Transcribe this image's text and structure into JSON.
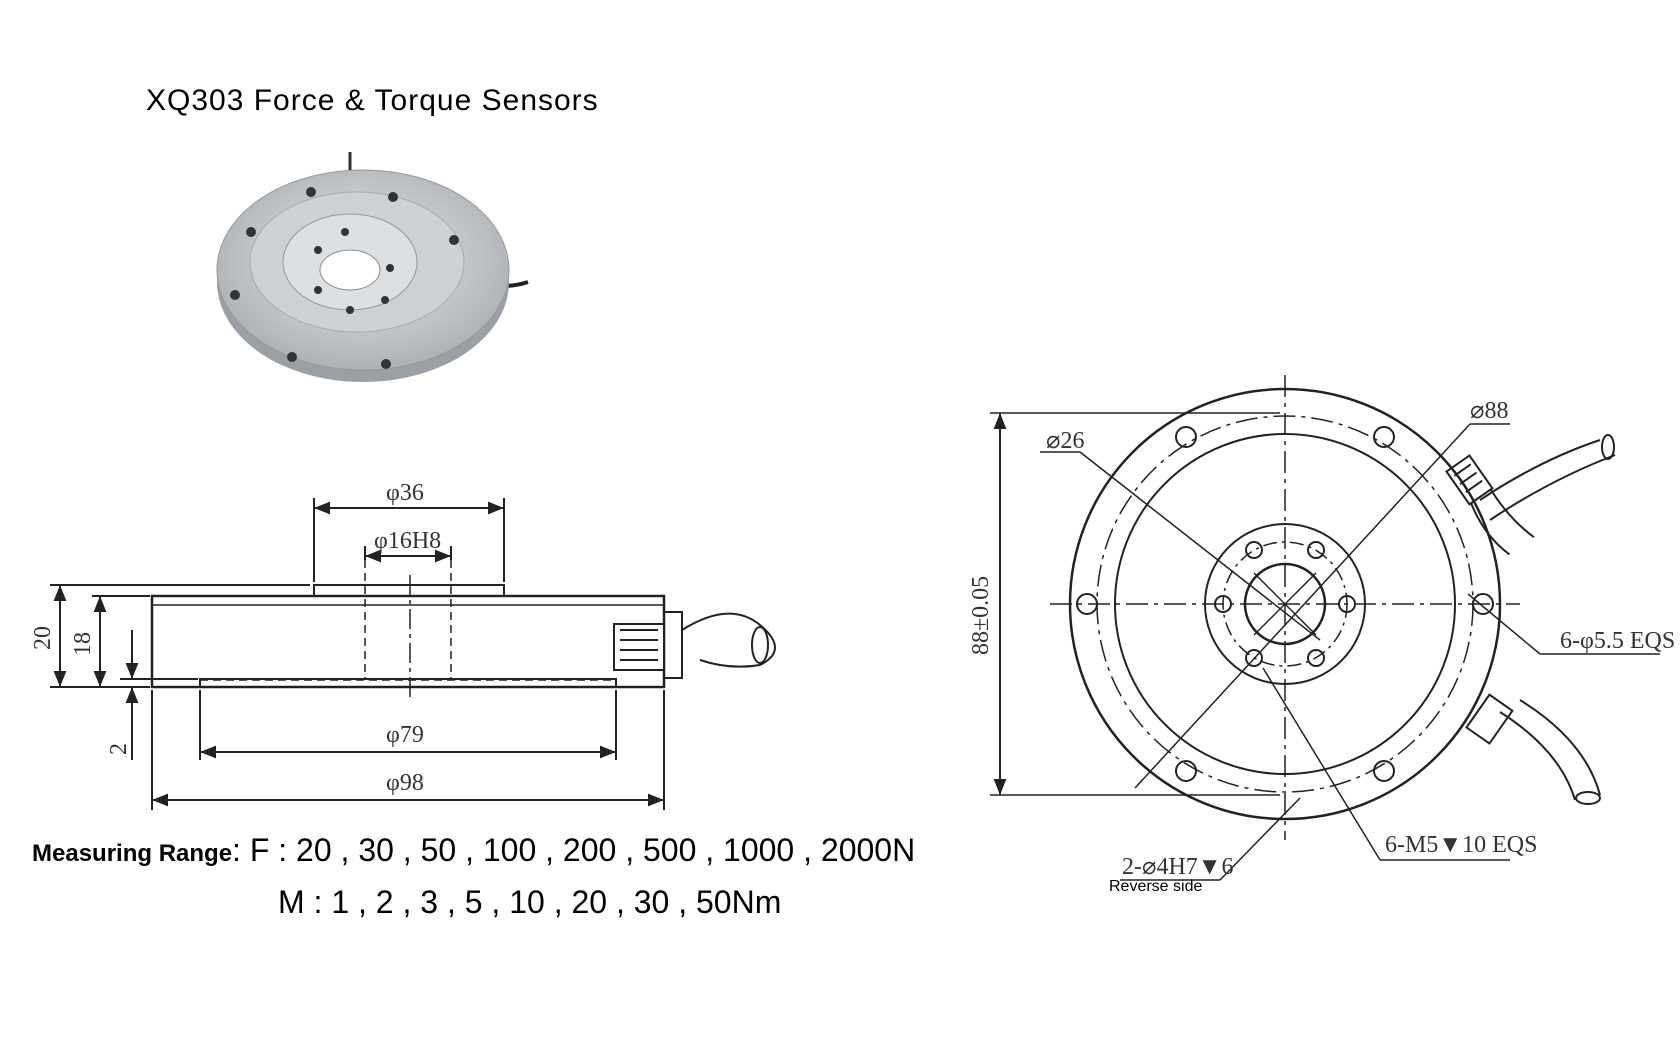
{
  "title": "XQ303 Force & Torque Sensors",
  "side_view": {
    "d_top": "φ36",
    "d_bore": "φ16H8",
    "height_total": "20",
    "height_body": "18",
    "height_step": "2",
    "d_bottom": "φ79",
    "d_outer": "φ98"
  },
  "front_view": {
    "d_center": "⌀26",
    "d_pcd": "⌀88",
    "height": "88±0.05",
    "holes_outer": "6-φ5.5 EQS",
    "holes_threaded": "6-M5▼10 EQS",
    "pins": "2-⌀4H7▼6",
    "note": "Reverse side"
  },
  "measuring_range": {
    "label": "Measuring Range",
    "force": ": F : 20 , 30 , 50 , 100 , 200 , 500 , 1000 , 2000N",
    "moment": "M : 1 , 2 , 3 , 5 , 10 , 20 , 30 , 50Nm"
  },
  "colors": {
    "line": "#222222",
    "metal": "#c9ccd0"
  }
}
